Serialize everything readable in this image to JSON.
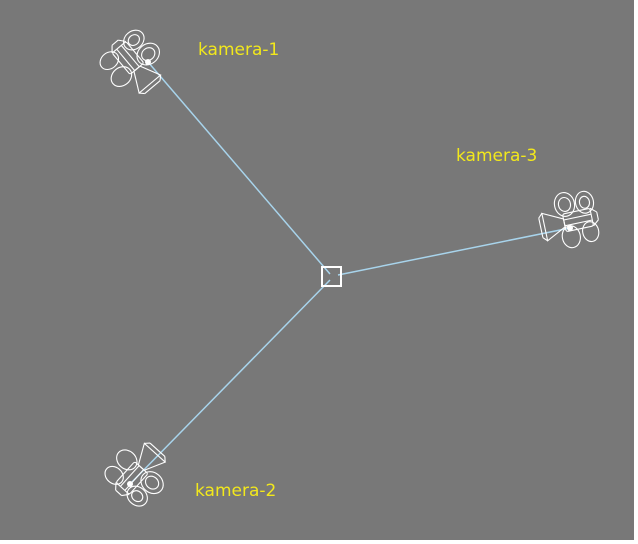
{
  "viewport": {
    "background": "#787878",
    "line_color": "#a8d4ec",
    "wire_color": "#ffffff",
    "label_color": "#f2e81c"
  },
  "target": {
    "icon": "square-target-icon"
  },
  "cameras": [
    {
      "label": "kamera-1",
      "icon": "movie-camera-icon"
    },
    {
      "label": "kamera-2",
      "icon": "movie-camera-icon"
    },
    {
      "label": "kamera-3",
      "icon": "movie-camera-icon"
    }
  ]
}
